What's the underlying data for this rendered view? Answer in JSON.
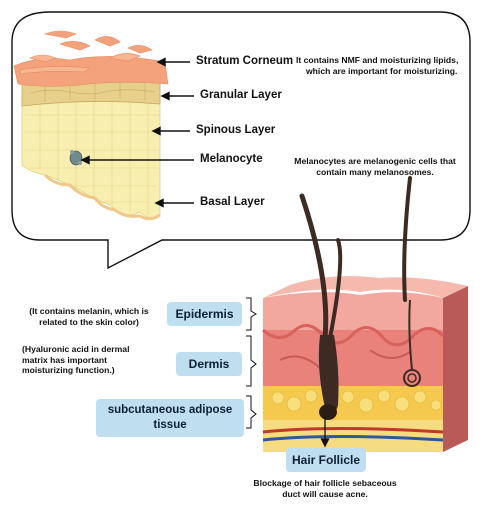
{
  "callout": {
    "layers": {
      "stratum_corneum": "Stratum Corneum",
      "granular": "Granular Layer",
      "spinous": "Spinous Layer",
      "melanocyte": "Melanocyte",
      "basal": "Basal Layer"
    },
    "notes": {
      "stratum_corneum_line1": "It contains NMF and moisturizing lipids,",
      "stratum_corneum_line2": "which are important for moisturizing.",
      "melanocyte_line1": "Melanocytes are melanogenic cells that",
      "melanocyte_line2": "contain many melanosomes."
    }
  },
  "skin": {
    "sections": {
      "epidermis": "Epidermis",
      "dermis": "Dermis",
      "subcutaneous_line1": "subcutaneous adipose",
      "subcutaneous_line2": "tissue"
    },
    "notes": {
      "epidermis_line1": "(It contains melanin, which is",
      "epidermis_line2": "related to the skin color)",
      "dermis_line1": "(Hyaluronic acid in dermal",
      "dermis_line2": "matrix has important",
      "dermis_line3": "moisturizing function.)"
    },
    "hair_follicle": {
      "label": "Hair Follicle",
      "note_line1": "Blockage of hair follicle sebaceous",
      "note_line2": "duct will cause acne."
    }
  },
  "colors": {
    "callout_border": "#111111",
    "pill_bg": "#bfdff0",
    "corneum": "#f2a27c",
    "granular": "#e8d48a",
    "spinous": "#f7ecaa",
    "basal": "#f3dfa6",
    "epidermis_block": "#f4a7a0",
    "dermis_block": "#e57b73",
    "fat": "#f2c94c",
    "hair": "#3d2a22"
  }
}
